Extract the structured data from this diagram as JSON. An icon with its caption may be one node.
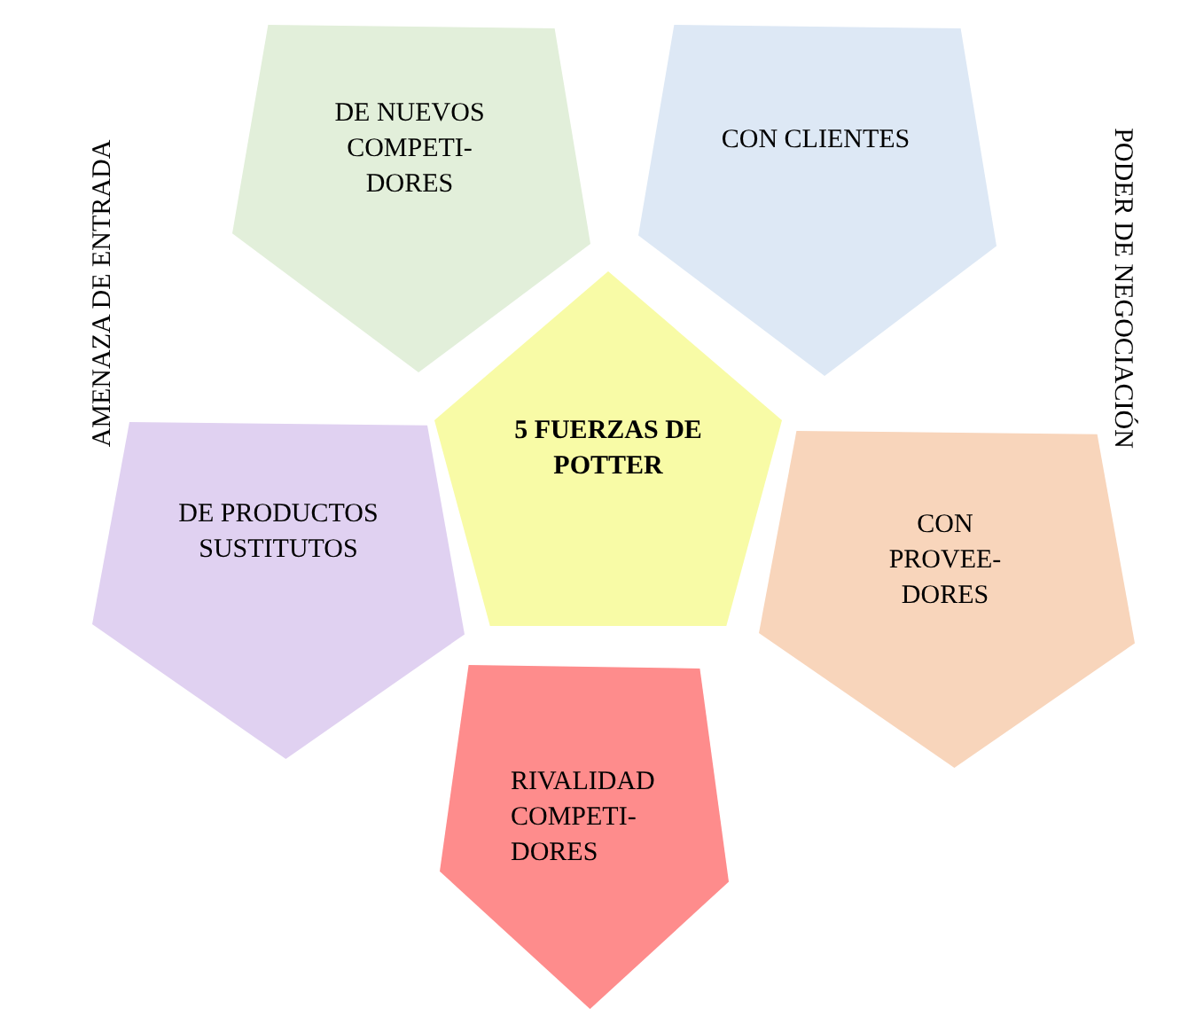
{
  "diagram": {
    "nodes": [
      {
        "text": [
          "DE NUEVOS COMPETI- DORES"
        ]
      },
      {
        "text": [
          "CON CLIENTES"
        ]
      },
      {
        "text": [
          "5 FUERZAS DE POTTER"
        ]
      },
      {
        "text": [
          "DE PRODUCTOS SUSTITUTOS"
        ]
      },
      {
        "text": [
          "CON PROVEE- DORES"
        ]
      },
      {
        "text": [
          "RIVALIDAD COMPETI- DORES"
        ]
      }
    ],
    "edges": [],
    "labels": [
      "AMENAZA DE ENTRADA",
      "PODER DE NEGOCIACIÓN"
    ]
  }
}
